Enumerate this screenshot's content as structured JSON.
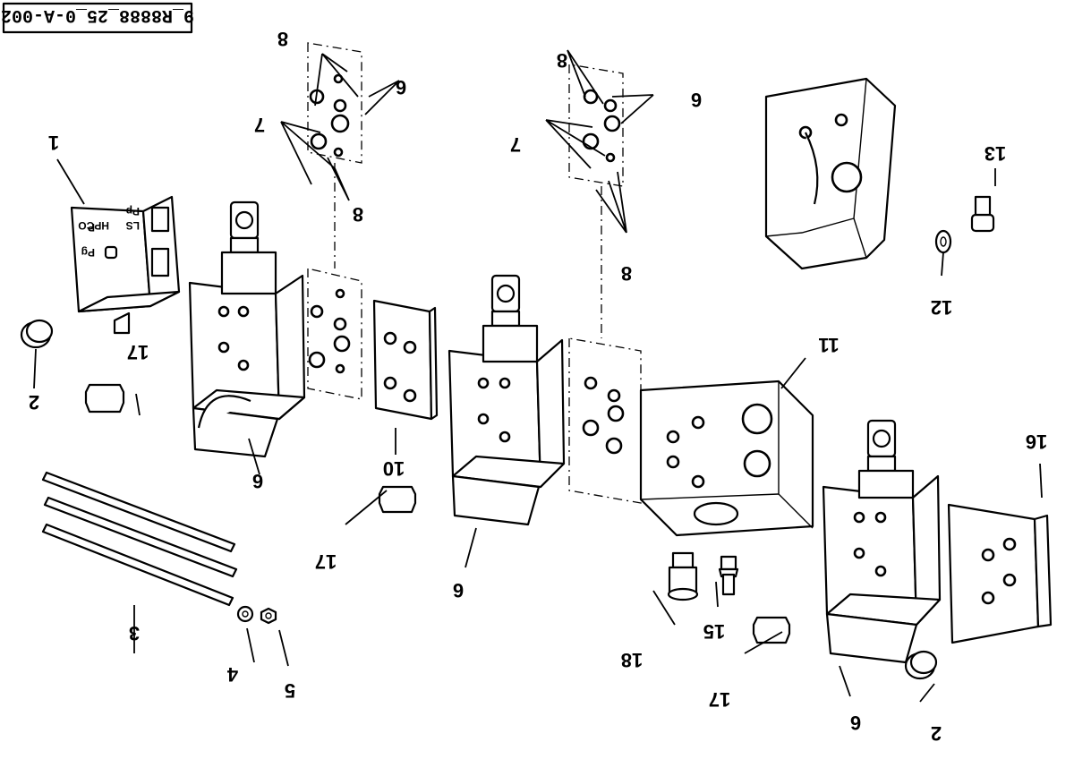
{
  "drawing": {
    "reference": "9_R8888_25_0-A-002",
    "callouts": {
      "c1": "1",
      "c2a": "2",
      "c2b": "2",
      "c3": "3",
      "c4": "4",
      "c5": "5",
      "c6a": "6",
      "c6b": "6",
      "c6c": "6",
      "c6d": "6",
      "c6e": "6",
      "c7a": "7",
      "c7b": "7",
      "c8a": "8",
      "c8b": "8",
      "c8c": "8",
      "c8d": "8",
      "c10": "10",
      "c11": "11",
      "c12": "12",
      "c13": "13",
      "c15": "15",
      "c16": "16",
      "c17a": "17",
      "c17b": "17",
      "c17c": "17",
      "c18": "18"
    },
    "inlet_cover_markings": {
      "p": "P",
      "pg": "Pg",
      "hpco": "HPCO",
      "ls": "LS",
      "pp": "Pp"
    }
  }
}
